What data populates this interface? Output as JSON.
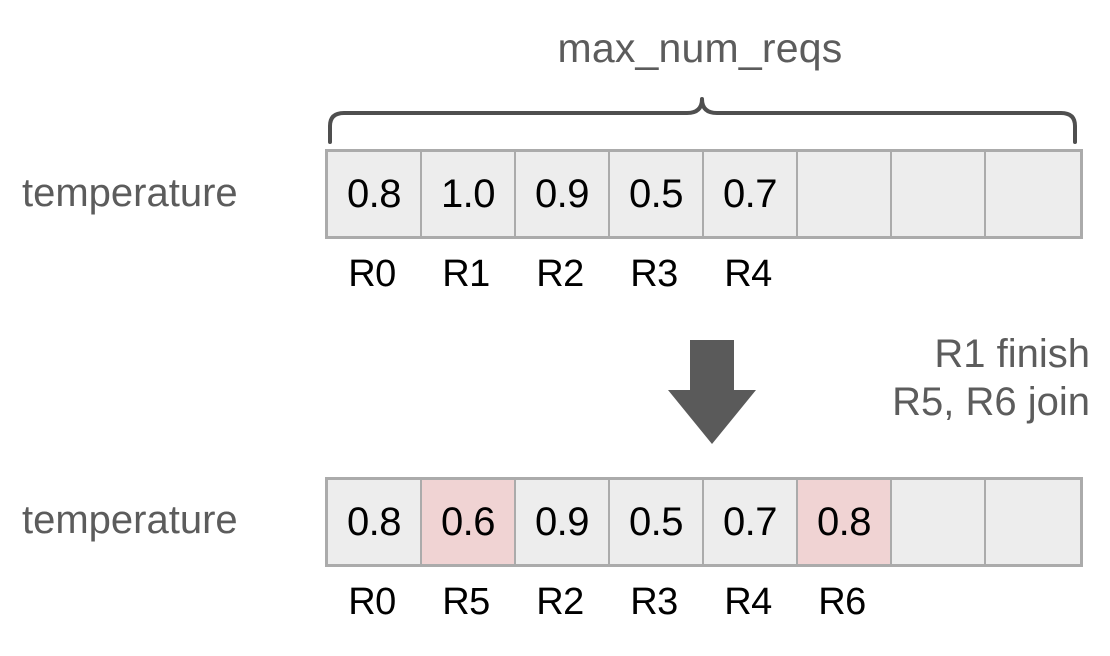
{
  "diagram": {
    "title": "max_num_reqs",
    "brace_label": "max_num_reqs",
    "colors": {
      "cell_fill": "#ededed",
      "cell_border": "#ababab",
      "highlight_fill": "#f0d3d3",
      "text_gray": "#5c5c5c",
      "text_black": "#000000",
      "arrow_fill": "#5a5a5a",
      "background": "#ffffff"
    },
    "capacity": 8,
    "rows": [
      {
        "name": "temperature-row-before",
        "label": "temperature",
        "cells": [
          {
            "value": "0.8",
            "highlight": false,
            "empty": false
          },
          {
            "value": "1.0",
            "highlight": false,
            "empty": false
          },
          {
            "value": "0.9",
            "highlight": false,
            "empty": false
          },
          {
            "value": "0.5",
            "highlight": false,
            "empty": false
          },
          {
            "value": "0.7",
            "highlight": false,
            "empty": false
          },
          {
            "value": "",
            "highlight": false,
            "empty": true
          },
          {
            "value": "",
            "highlight": false,
            "empty": true
          },
          {
            "value": "",
            "highlight": false,
            "empty": true
          }
        ],
        "ticks": [
          "R0",
          "R1",
          "R2",
          "R3",
          "R4",
          "",
          "",
          ""
        ]
      },
      {
        "name": "temperature-row-after",
        "label": "temperature",
        "cells": [
          {
            "value": "0.8",
            "highlight": false,
            "empty": false
          },
          {
            "value": "0.6",
            "highlight": true,
            "empty": false
          },
          {
            "value": "0.9",
            "highlight": false,
            "empty": false
          },
          {
            "value": "0.5",
            "highlight": false,
            "empty": false
          },
          {
            "value": "0.7",
            "highlight": false,
            "empty": false
          },
          {
            "value": "0.8",
            "highlight": true,
            "empty": false
          },
          {
            "value": "",
            "highlight": false,
            "empty": true
          },
          {
            "value": "",
            "highlight": false,
            "empty": true
          }
        ],
        "ticks": [
          "R0",
          "R5",
          "R2",
          "R3",
          "R4",
          "R6",
          "",
          ""
        ]
      }
    ],
    "transition": {
      "arrow_icon": "down-arrow-icon",
      "note_line_1": "R1 finish",
      "note_line_2": "R5, R6 join"
    }
  }
}
